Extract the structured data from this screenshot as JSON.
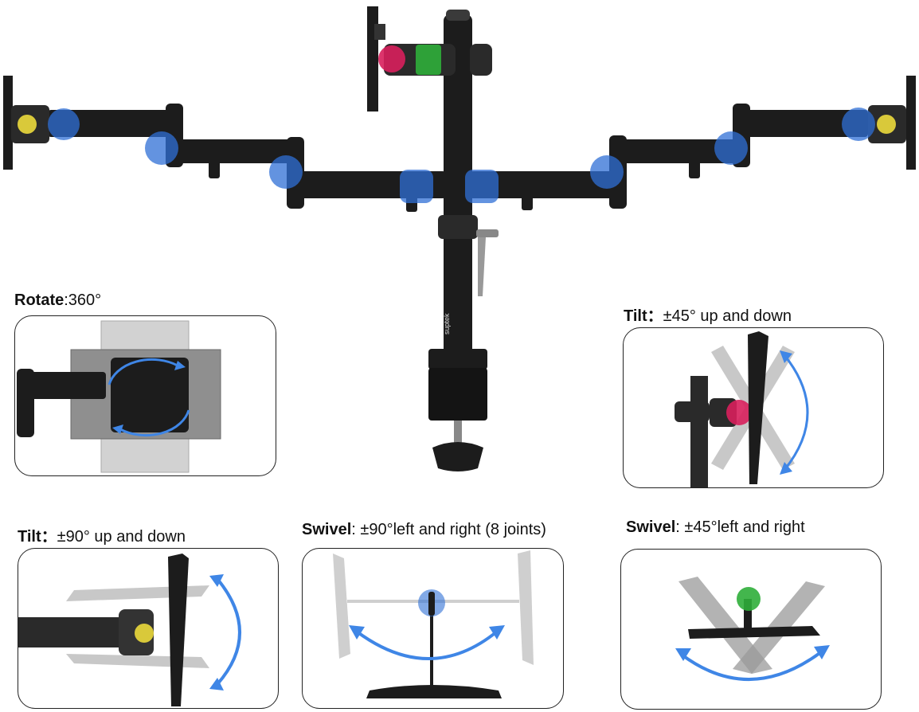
{
  "brand": "suptek",
  "colors": {
    "joint_blue": "#2f6fd6",
    "pivot_red": "#d81f5c",
    "pivot_green": "#2fae3a",
    "knob_yellow": "#d9c93a",
    "arrow_blue": "#3f86e6",
    "mount_black": "#1c1c1c"
  },
  "features": [
    {
      "id": "rotate",
      "name": "Rotate",
      "sep": ":",
      "value": "360°"
    },
    {
      "id": "tilt45",
      "name": "Tilt",
      "sep": "：",
      "value": "±45° up and down"
    },
    {
      "id": "tilt90",
      "name": "Tilt",
      "sep": "：",
      "value": "±90° up and down"
    },
    {
      "id": "swivel90",
      "name": "Swivel",
      "sep": ":",
      "value": " ±90°left and right (8 joints)"
    },
    {
      "id": "swivel45",
      "name": "Swivel",
      "sep": ":",
      "value": " ±45°left and right"
    }
  ]
}
